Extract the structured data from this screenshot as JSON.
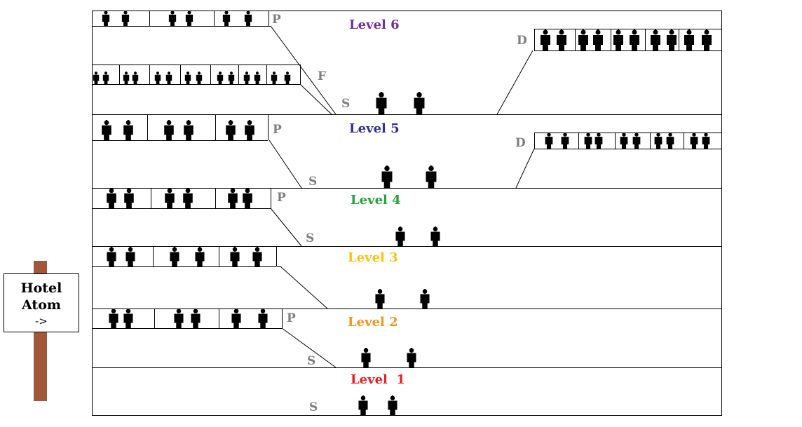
{
  "sign": {
    "line1": "Hotel",
    "line2": "Atom",
    "arrow": "->",
    "post_color": "#a0573a"
  },
  "levels": [
    {
      "label": "Level 6",
      "color": "#7030a0"
    },
    {
      "label": "Level 5",
      "color": "#2e3192"
    },
    {
      "label": "Level 4",
      "color": "#22a33a"
    },
    {
      "label": "Level 3",
      "color": "#ffc20e"
    },
    {
      "label": "Level 2",
      "color": "#f7941d"
    },
    {
      "label": "Level  1",
      "color": "#ed1c24"
    }
  ],
  "sublevel_letters": {
    "s": "S",
    "p": "P",
    "d": "D",
    "f": "F"
  },
  "letter_color": "#7f7f7f",
  "icon": "person-icon"
}
